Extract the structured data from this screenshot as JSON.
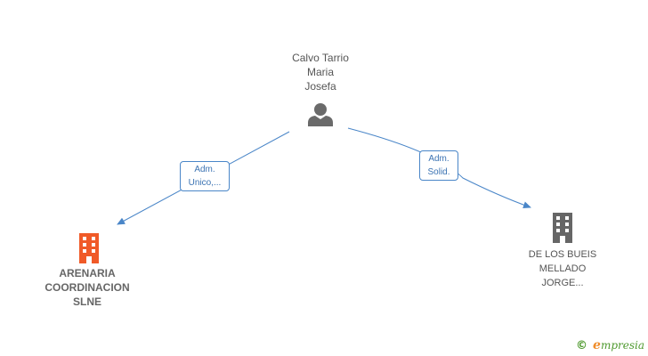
{
  "person": {
    "lines": [
      "Calvo Tarrio",
      "Maria",
      "Josefa"
    ]
  },
  "companies": [
    {
      "lines": [
        "ARENARIA",
        "COORDINACION",
        "SLNE"
      ],
      "color": "#f05a28"
    },
    {
      "lines": [
        "DE LOS BUEIS",
        "MELLADO",
        "JORGE..."
      ],
      "color": "#666666"
    }
  ],
  "edges": [
    {
      "lines": [
        "Adm.",
        "Unico,..."
      ]
    },
    {
      "lines": [
        "Adm.",
        "Solid."
      ]
    }
  ],
  "colors": {
    "edge": "#4a86c8",
    "person_icon": "#6a6a6a"
  },
  "watermark": {
    "symbol": "©",
    "brand_initial": "e",
    "brand_rest": "mpresia"
  }
}
